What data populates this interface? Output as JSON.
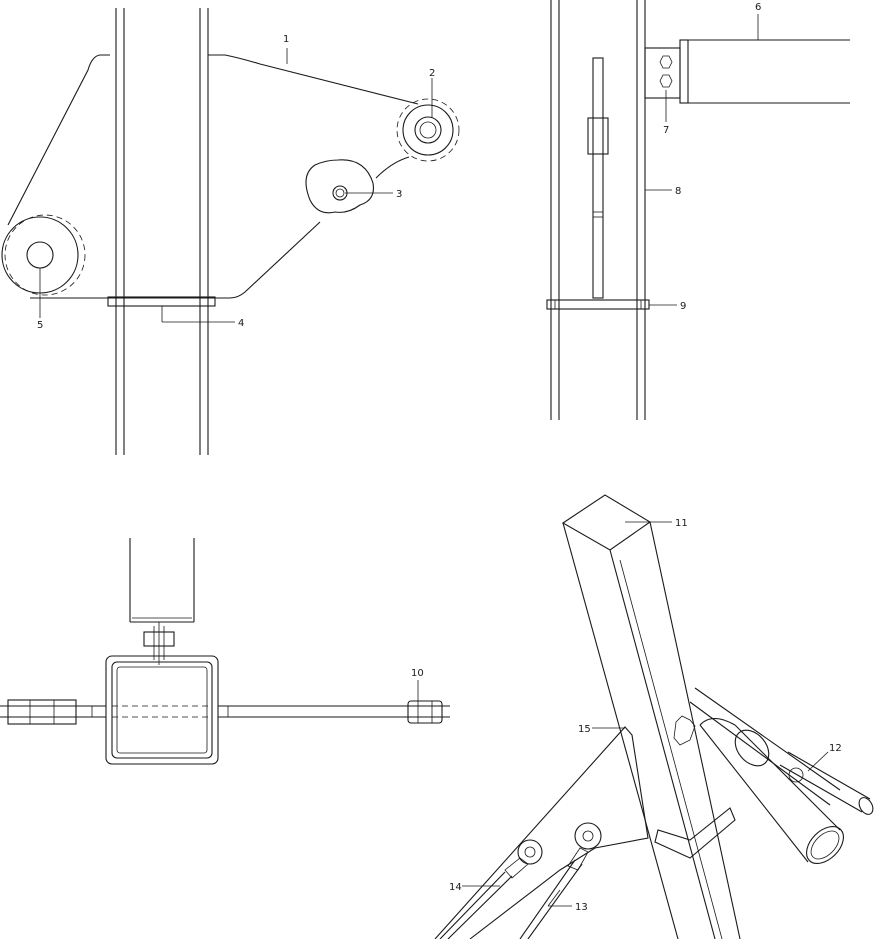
{
  "figure": {
    "part_labels": [
      "1",
      "2",
      "3",
      "4",
      "5",
      "6",
      "7",
      "8",
      "9",
      "10",
      "11",
      "12",
      "13",
      "14",
      "15"
    ]
  },
  "colors": {
    "line": "#1a1a1a",
    "background": "#ffffff"
  }
}
